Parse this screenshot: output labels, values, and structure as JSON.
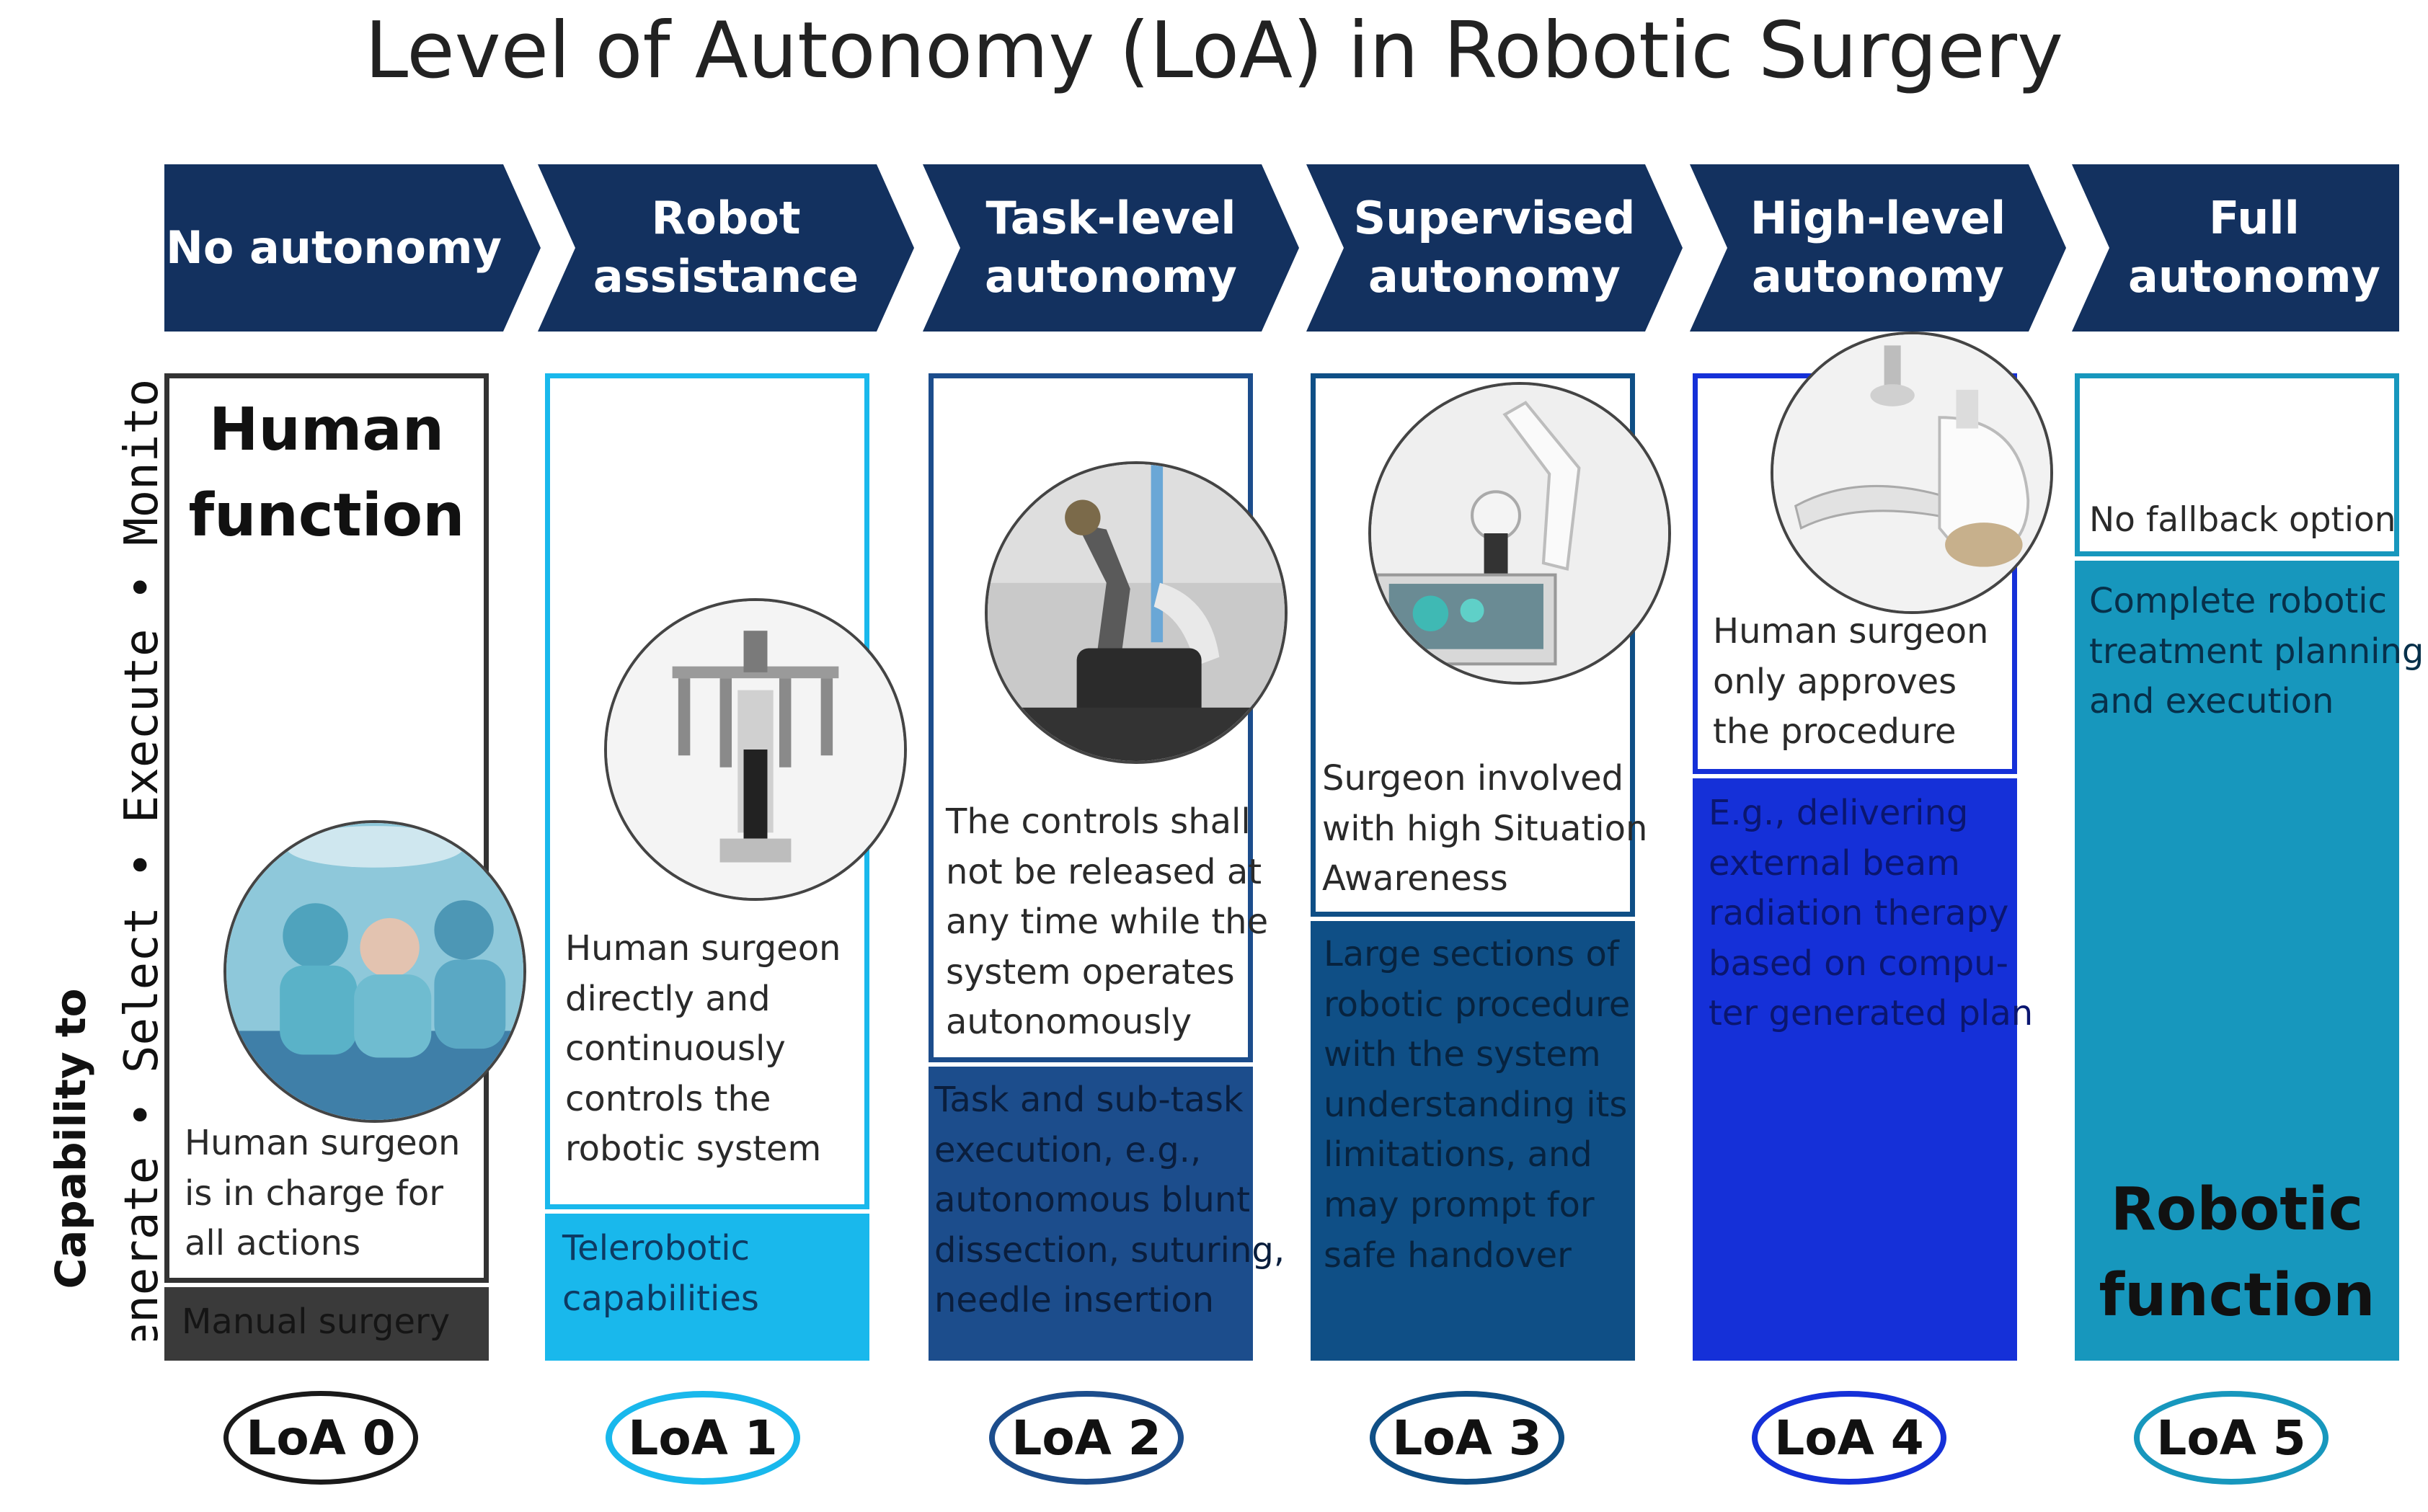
{
  "title": "Level of Autonomy (LoA) in Robotic Surgery",
  "side_label": {
    "prefix": "Capability to",
    "steps": "Generate • Select • Execute • Monitor"
  },
  "levels": [
    {
      "header": [
        "No autonomy"
      ],
      "big_label": [
        "Human",
        "function"
      ],
      "description": [
        "Human surgeon",
        "is in charge for",
        "all actions"
      ],
      "capability": [
        "Manual surgery"
      ],
      "pill": "LoA 0",
      "color": "#3a3a3a",
      "photo": "surgeons-photo"
    },
    {
      "header": [
        "Robot",
        "assistance"
      ],
      "description": [
        "Human surgeon",
        "directly and",
        "continuously",
        "controls the",
        "robotic system"
      ],
      "capability": [
        "Telerobotic",
        "capabilities"
      ],
      "pill": "LoA 1",
      "color": "#19b8ec",
      "photo": "multi-arm-robot-photo"
    },
    {
      "header": [
        "Task-level",
        "autonomy"
      ],
      "description": [
        "The controls shall",
        "not be released at",
        "any time while the",
        "system operates",
        "autonomously"
      ],
      "capability": [
        "Task and sub-task",
        "execution, e.g.,",
        "autonomous blunt",
        "dissection, suturing,",
        "needle insertion"
      ],
      "pill": "LoA 2",
      "color": "#1c4d8c",
      "photo": "robot-arm-photo"
    },
    {
      "header": [
        "Supervised",
        "autonomy"
      ],
      "description": [
        "Surgeon involved",
        "with high Situation",
        "Awareness"
      ],
      "capability": [
        "Large sections of",
        "robotic procedure",
        "with the system",
        "understanding its",
        "limitations, and",
        "may prompt for",
        "safe handover"
      ],
      "pill": "LoA 3",
      "color": "#0f4f86",
      "photo": "collaborative-robot-photo"
    },
    {
      "header": [
        "High-level",
        "autonomy"
      ],
      "description": [
        "Human surgeon",
        "only approves",
        "the procedure"
      ],
      "capability": [
        "E.g., delivering",
        "external beam",
        "radiation therapy",
        "based on compu-",
        "ter generated plan"
      ],
      "pill": "LoA 4",
      "color": "#1530d8",
      "photo": "radiotherapy-machine-photo"
    },
    {
      "header": [
        "Full",
        "autonomy"
      ],
      "description": [
        "No fallback option"
      ],
      "capability": [
        "Complete robotic",
        "treatment planning",
        "and execution"
      ],
      "big_label": [
        "Robotic",
        "function"
      ],
      "pill": "LoA 5",
      "color": "#1797bd",
      "photo": ""
    }
  ]
}
